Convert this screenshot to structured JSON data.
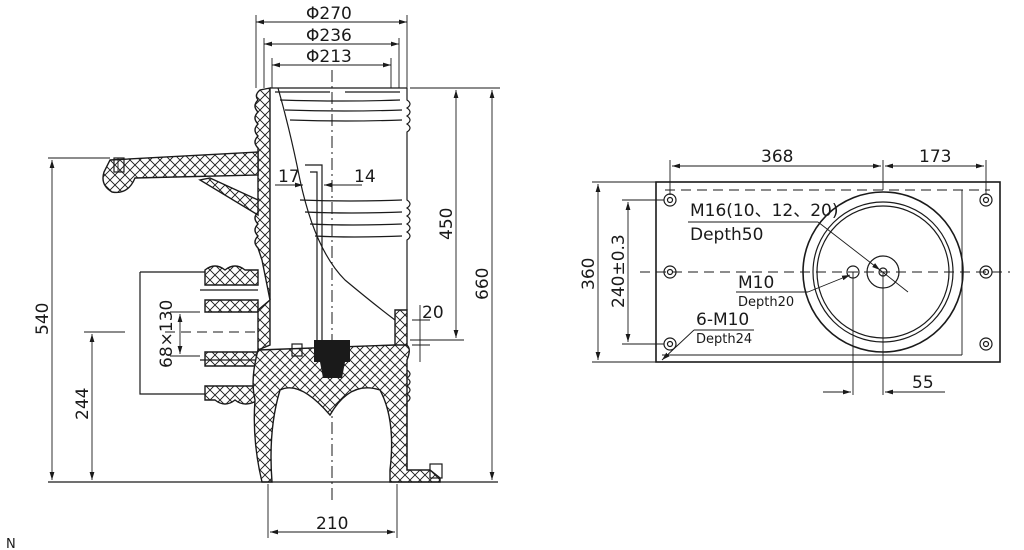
{
  "side_view": {
    "dims": {
      "d270": "Φ270",
      "d236": "Φ236",
      "d213": "Φ213",
      "w17": "17",
      "w14": "14",
      "h450": "450",
      "h660": "660",
      "w20": "20",
      "h540": "540",
      "h244": "244",
      "pitch": "68×130",
      "w210": "210"
    }
  },
  "top_view": {
    "dims": {
      "w368": "368",
      "w173": "173",
      "h360": "360",
      "h240": "240±0.3",
      "w55": "55"
    },
    "callouts": {
      "m16": "M16(10、12、20)",
      "m16_depth": "Depth50",
      "m10": "M10",
      "m10_depth": "Depth20",
      "m10x6": "6-M10",
      "m10x6_depth": "Depth24"
    }
  },
  "footer_text": "N"
}
